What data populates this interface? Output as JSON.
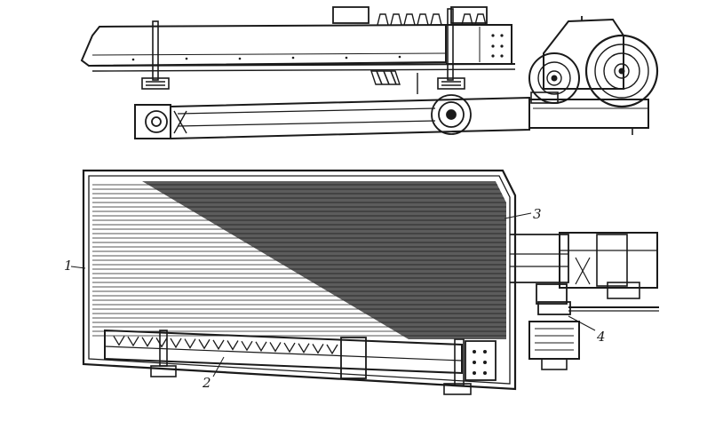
{
  "callouts": [
    {
      "id": "1",
      "text": "1"
    },
    {
      "id": "2",
      "text": "2"
    },
    {
      "id": "3",
      "text": "3"
    },
    {
      "id": "4",
      "text": "4"
    }
  ],
  "colors": {
    "ink": "#1a1a1a",
    "paper": "#ffffff",
    "hatch": "#3a3a3a"
  }
}
